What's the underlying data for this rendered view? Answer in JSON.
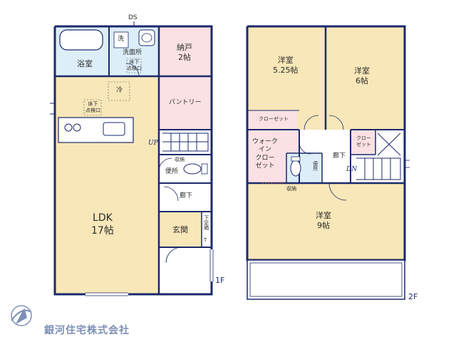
{
  "plan_1f": {
    "ds": "DS",
    "bath": "浴室",
    "wash_mark": "洗",
    "washroom": "洗面所",
    "floor_inspect_small": "床下\n点検口",
    "storage": "納戸\n2帖",
    "pantry": "パントリー",
    "fridge": "冷",
    "floor_inspect_ldk": "床下\n点検口",
    "up": "UP",
    "shuno": "収納",
    "toilet": "便所",
    "hallway": "廊下",
    "entrance": "玄関",
    "shoe_box": "下足箱",
    "t_mark": "T",
    "ldk": "LDK\n17帖",
    "floor_label": "1F"
  },
  "plan_2f": {
    "western_a": "洋室\n5.25帖",
    "western_b": "洋室\n6帖",
    "closet_a": "クローゼット",
    "closet_small": "クロー\nゼット",
    "walkin": "ウォーク\nイン\nクロー\nゼット",
    "hallway": "廊下",
    "dn": "DN",
    "toilet": "便所",
    "shuno": "収納",
    "western_c": "洋室\n9帖",
    "floor_label": "2F"
  },
  "company": {
    "name": "銀河住宅株式会社"
  },
  "colors": {
    "wall": "#1b2a6b",
    "room_yellow": "#f8e7b8",
    "room_pink": "#fbe1e4",
    "room_blue": "#ddeef8",
    "logo": "#7d8fb7"
  }
}
